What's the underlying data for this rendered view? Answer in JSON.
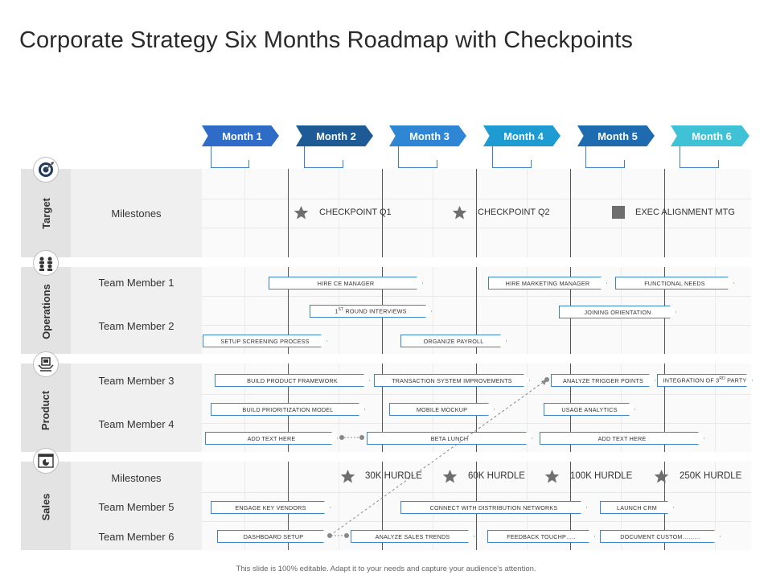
{
  "title": "Corporate Strategy Six Months Roadmap with Checkpoints",
  "months": [
    {
      "label": "Month 1",
      "color": "#2f6cc8"
    },
    {
      "label": "Month 2",
      "color": "#1d5a96"
    },
    {
      "label": "Month 3",
      "color": "#2f86d4"
    },
    {
      "label": "Month 4",
      "color": "#1e9bd0"
    },
    {
      "label": "Month 5",
      "color": "#1f6bb0"
    },
    {
      "label": "Month 6",
      "color": "#3fc1d6"
    }
  ],
  "categories": [
    {
      "label": "Target",
      "icon": "target-icon"
    },
    {
      "label": "Operations",
      "icon": "team-icon"
    },
    {
      "label": "Product",
      "icon": "product-box-icon"
    },
    {
      "label": "Sales",
      "icon": "sales-chart-icon"
    }
  ],
  "rows": {
    "target_milestones": "Milestones",
    "member1": "Team Member 1",
    "member2": "Team Member 2",
    "member3": "Team Member 3",
    "member4": "Team Member 4",
    "sales_milestones": "Milestones",
    "member5": "Team Member 5",
    "member6": "Team Member 6"
  },
  "target_milestones": [
    {
      "label": "CHECKPOINT Q1",
      "marker": "star"
    },
    {
      "label": "CHECKPOINT Q2",
      "marker": "star"
    },
    {
      "label": "EXEC ALIGNMENT MTG",
      "marker": "square"
    }
  ],
  "tasks": {
    "hire_ce_manager": "HIRE CE MANAGER",
    "hire_marketing_manager": "HIRE MARKETING MANAGER",
    "functional_needs": "FUNCTIONAL NEEDS",
    "first_round_interviews_num": "1",
    "first_round_interviews_sup": "ST",
    "first_round_interviews": "ROUND INTERVIEWS",
    "joining_orientation": "JOINING ORIENTATION",
    "setup_screening_process": "SETUP SCREENING PROCESS",
    "organize_payroll": "ORGANIZE PAYROLL",
    "build_product_framework": "BUILD PRODUCT FRAMEWORK",
    "transaction_system_improvements": "TRANSACTION SYSTEM IMPROVEMENTS",
    "analyze_trigger_points": "ANALYZE TRIGGER POINTS",
    "integration_prefix": "INTEGRATION OF 3",
    "integration_sup": "RD",
    "integration_suffix": "PARTY",
    "build_prioritization_model": "BUILD PRIORITIZATION MODEL",
    "mobile_mockup": "MOBILE MOCKUP",
    "usage_analytics": "USAGE ANALYTICS",
    "add_text_here_1": "ADD TEXT HERE",
    "beta_lunch": "BETA LUNCH",
    "add_text_here_2": "ADD TEXT HERE",
    "engage_key_vendors": "ENGAGE KEY VENDORS",
    "connect_distribution": "CONNECT WITH DISTRIBUTION NETWORKS",
    "launch_crm": "LAUNCH CRM",
    "dashboard_setup": "DASHBOARD SETUP",
    "analyze_sales_trends": "ANALYZE SALES TRENDS",
    "feedback_touchp": "FEEDBACK TOUCHP…..",
    "document_custom": "DOCUMENT CUSTOM………"
  },
  "sales_milestones": [
    {
      "label": "30K HURDLE",
      "marker": "star"
    },
    {
      "label": "60K HURDLE",
      "marker": "star"
    },
    {
      "label": "100K HURDLE",
      "marker": "star"
    },
    {
      "label": "250K HURDLE",
      "marker": "star"
    }
  ],
  "footer": "This slide is 100% editable. Adapt it to your needs and capture your audience's attention.",
  "colors": {
    "task_border": "#3d86c6",
    "star": "#6e6e6e",
    "band": "#e3e3e3"
  }
}
